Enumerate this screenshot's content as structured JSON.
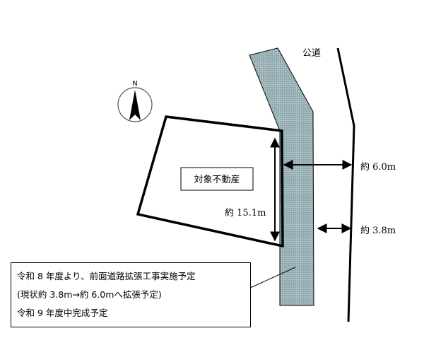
{
  "labels": {
    "road": "公道",
    "north": "N",
    "property": "対象不動産",
    "frontage": "約 15.1m",
    "width_future": "約 6.0m",
    "width_current": "約 3.8m"
  },
  "note": {
    "line1": "令和 8 年度より、前面道路拡張工事実施予定",
    "line2": "(現状約 3.8m→約 6.0mへ拡張予定)",
    "line3": "令和 9 年度中完成予定"
  },
  "colors": {
    "road_fill": "#8aa3a9",
    "line": "#000000"
  }
}
